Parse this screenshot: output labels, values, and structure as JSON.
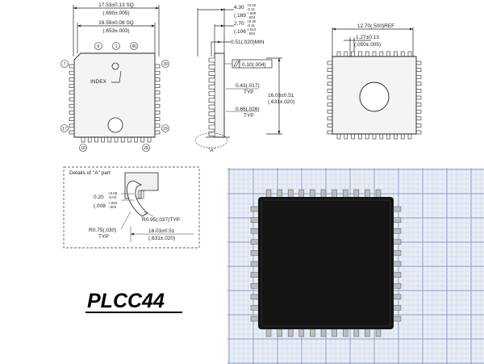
{
  "top_view": {
    "dim_outer": "17.53±0.13 SQ",
    "dim_outer_in": "(.690±.005)",
    "dim_inner": "16.59±0.08 SQ",
    "dim_inner_in": "(.653±.003)",
    "index_label": "INDEX",
    "pins": {
      "p6": "6",
      "p1": "1",
      "p40": "40",
      "p7": "7",
      "p39": "39",
      "p17": "17",
      "p29": "29",
      "p18": "18",
      "p28": "28"
    }
  },
  "side_view": {
    "d1": "4.30",
    "d1_tol_top": "+0.22",
    "d1_tol_bot": "-0.11",
    "d1_in": "(.169",
    "d1_in_tol_top": "+.009",
    "d1_in_tol_bot": "-.004",
    "d2": "2.70",
    "d2_tol_top": "+0.30",
    "d2_tol_bot": "-0.11",
    "d2_in": "(.106",
    "d2_in_tol_top": "+.012",
    "d2_in_tol_bot": "-.004",
    "min_label": "0.51(.020)MIN",
    "coplanarity": "0.10(.004)",
    "lead_w": "0.43(.017)",
    "lead_w_typ": "TYP",
    "pitch": "0.66(.026)",
    "pitch_typ": "TYP",
    "height": "16.03±0.51",
    "height_in": "(.631±.020)",
    "detail_ref": "\"A\""
  },
  "bottom_view": {
    "ref": "12.70(.500)REF",
    "pitch": "1.27±0.13",
    "pitch_in": "(.050±.005)"
  },
  "detail": {
    "title": "Details of \"A\" part",
    "thick": "0.20",
    "thick_tol_top": "+0.05",
    "thick_tol_bot": "-0.02",
    "thick_in": "(.008",
    "thick_in_tol_top": "+.002",
    "thick_in_tol_bot": "-.001",
    "r1": "R0.95(.037)TYP",
    "r2": "R0.75(.030)",
    "r2_typ": "TYP",
    "span": "16.03±0.51",
    "span_in": "(.631±.020)"
  },
  "package_name": "PLCC44",
  "colors": {
    "chip": "#141414",
    "grid_minor": "#c9d2e6",
    "grid_major": "#8d9cc4",
    "photo_bg": "#e9edf6"
  }
}
